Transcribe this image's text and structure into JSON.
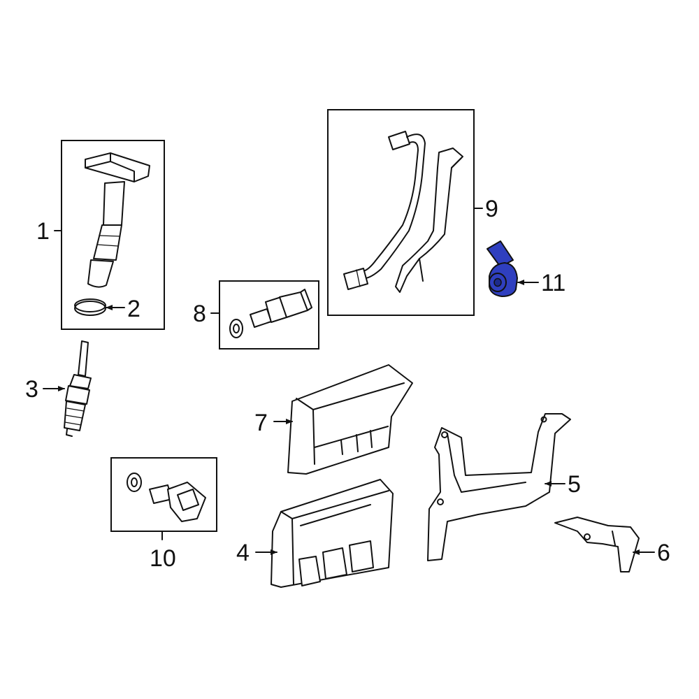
{
  "colors": {
    "highlight": "#2f3fbf",
    "highlight_dark": "#1c2a8c",
    "line": "#111111",
    "background": "#ffffff"
  },
  "callouts": {
    "p1": "1",
    "p2": "2",
    "p3": "3",
    "p4": "4",
    "p5": "5",
    "p6": "6",
    "p7": "7",
    "p8": "8",
    "p9": "9",
    "p10": "10",
    "p11": "11"
  },
  "highlighted_part": "11"
}
